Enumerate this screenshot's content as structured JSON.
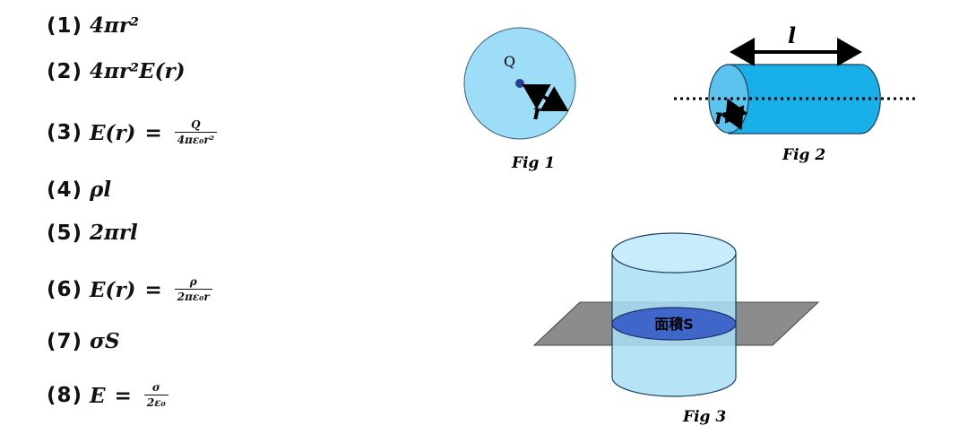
{
  "answers": [
    {
      "num": "(1)",
      "expr": "4πr²"
    },
    {
      "num": "(2)",
      "expr": "4πr²E(r)"
    },
    {
      "num": "(3)",
      "lhs": "E(r)",
      "eq": "=",
      "numerator": "Q",
      "denominator": "4πε₀r²"
    },
    {
      "num": "(4)",
      "expr": "ρl"
    },
    {
      "num": "(5)",
      "expr": "2πrl"
    },
    {
      "num": "(6)",
      "lhs": "E(r)",
      "eq": "=",
      "numerator": "ρ",
      "denominator": "2πε₀r"
    },
    {
      "num": "(7)",
      "expr": "σS"
    },
    {
      "num": "(8)",
      "lhs": "E",
      "eq": "=",
      "numerator": "σ",
      "denominator": "2ε₀"
    }
  ],
  "figures": {
    "fig1": {
      "caption": "Fig 1",
      "charge_label": "Q",
      "radius_label": "r"
    },
    "fig2": {
      "caption": "Fig 2",
      "length_label": "l",
      "radius_label": "r"
    },
    "fig3": {
      "caption": "Fig 3",
      "area_label": "面積S"
    }
  },
  "colors": {
    "sphere_fill": "#9EDDF7",
    "cylinder_fill": "#19AFE8",
    "cylinder_end": "#5CC3EE",
    "pillbox_fill": "#A9DFF5",
    "plane_fill": "#8C8C8C",
    "area_fill": "#3F67C9",
    "charge_dot": "#2A3F8F"
  }
}
